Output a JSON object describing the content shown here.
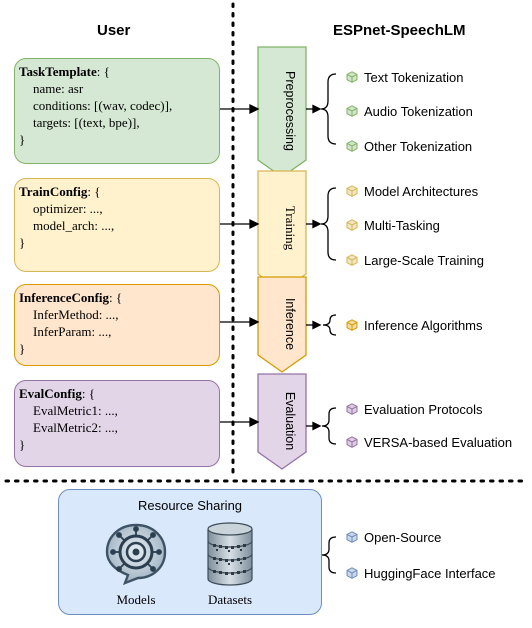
{
  "headers": {
    "user": "User",
    "espnet": "ESPnet-SpeechLM"
  },
  "configs": [
    {
      "key": "task",
      "name": "TaskTemplate",
      "open": ": {",
      "lines": [
        "name: asr",
        "conditions: [(wav, codec)],",
        "targets: [(text, bpe)],"
      ],
      "close": "}",
      "fill": "#d5e8d4",
      "border": "#82b366"
    },
    {
      "key": "train",
      "name": "TrainConfig",
      "open": ": {",
      "lines": [
        "optimizer: ...,",
        "model_arch: ...,"
      ],
      "close": "}",
      "fill": "#fff2cc",
      "border": "#d6b656"
    },
    {
      "key": "inference",
      "name": "InferenceConfig",
      "open": ": {",
      "lines": [
        "InferMethod: ...,",
        "InferParam: ...,"
      ],
      "close": "}",
      "fill": "#ffe6cc",
      "border": "#d79b00"
    },
    {
      "key": "eval",
      "name": "EvalConfig",
      "open": ": {",
      "lines": [
        "EvalMetric1: ...,",
        "EvalMetric2: ...,"
      ],
      "close": "}",
      "fill": "#e1d5e7",
      "border": "#9673a6"
    }
  ],
  "stages": [
    {
      "key": "preprocessing",
      "label": "Preprocessing",
      "fill": "#d5e8d4",
      "border": "#82b366"
    },
    {
      "key": "training",
      "label": "Training",
      "fill": "#fff2cc",
      "border": "#d6b656"
    },
    {
      "key": "inference",
      "label": "Inference",
      "fill": "#ffe6cc",
      "border": "#d79b00"
    },
    {
      "key": "evaluation",
      "label": "Evaluation",
      "fill": "#e1d5e7",
      "border": "#9673a6"
    }
  ],
  "features": {
    "preprocessing": [
      "Text Tokenization",
      "Audio Tokenization",
      "Other Tokenization"
    ],
    "training": [
      "Model Architectures",
      "Multi-Tasking",
      "Large-Scale Training"
    ],
    "inference": [
      "Inference Algorithms"
    ],
    "evaluation": [
      "Evaluation Protocols",
      "VERSA-based Evaluation"
    ],
    "resource": [
      "Open-Source",
      "HuggingFace Interface"
    ]
  },
  "cube_colors": {
    "preprocessing": "#82b366",
    "training": "#d6b656",
    "inference": "#d79b00",
    "evaluation": "#9673a6",
    "resource": "#6c8ebf"
  },
  "resource_sharing": {
    "title": "Resource Sharing",
    "models_label": "Models",
    "datasets_label": "Datasets"
  }
}
